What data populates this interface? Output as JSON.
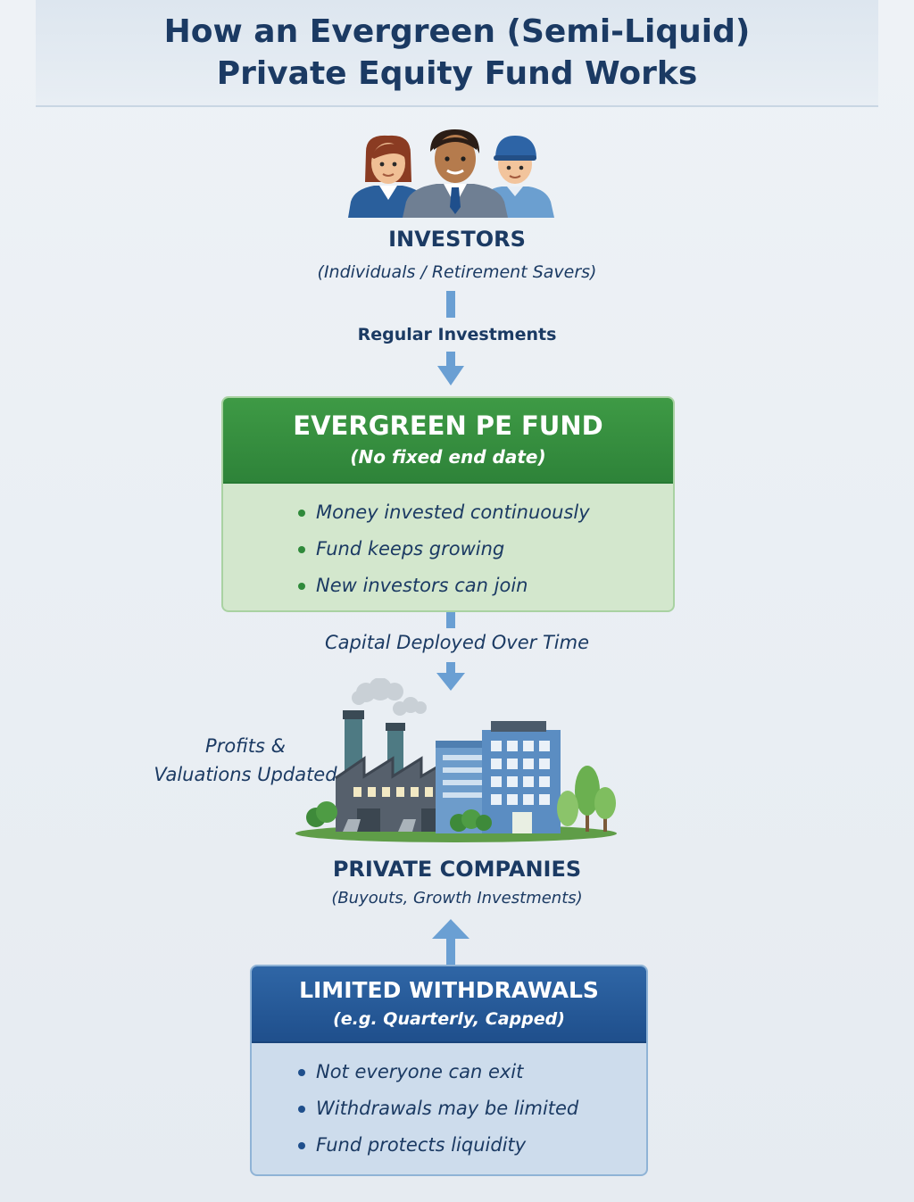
{
  "title": "How an Evergreen (Semi-Liquid)\nPrivate Equity Fund Works",
  "investors": {
    "label": "INVESTORS",
    "sublabel": "(Individuals / Retirement Savers)"
  },
  "flow1_label": "Regular Investments",
  "fund": {
    "title": "EVERGREEN PE FUND",
    "subtitle": "(No fixed end date)",
    "bullets": [
      "Money invested continuously",
      "Fund keeps growing",
      "New investors can join"
    ]
  },
  "flow2_label": "Capital Deployed Over Time",
  "side_label": {
    "line1": "Profits &",
    "line2": "Valuations Updated"
  },
  "companies": {
    "label": "PRIVATE COMPANIES",
    "sublabel": "(Buyouts, Growth Investments)"
  },
  "withdrawals": {
    "title": "LIMITED WITHDRAWALS",
    "subtitle": "(e.g. Quarterly, Capped)",
    "bullets": [
      "Not everyone can exit",
      "Withdrawals may be limited",
      "Fund protects liquidity"
    ]
  },
  "colors": {
    "navy": "#1b3a63",
    "fund_green": "#2e8339",
    "withdraw_blue": "#1f4f8c",
    "arrow_blue": "#6a9fd3"
  },
  "icons": [
    "investor-woman-icon",
    "investor-man-icon",
    "investor-worker-icon",
    "factory-icon",
    "office-building-icon",
    "tree-icon"
  ]
}
